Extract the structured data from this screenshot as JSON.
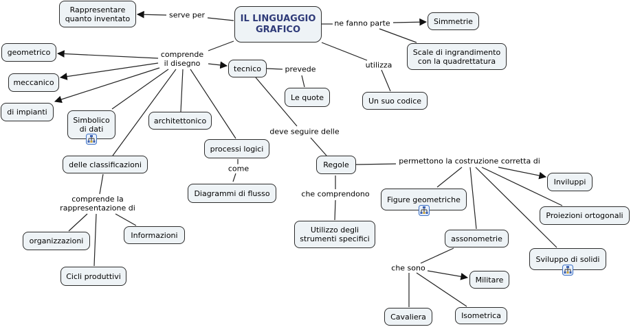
{
  "title": "IL LINGUAGGIO GRAFICO",
  "colors": {
    "root_text": "#2e3a78",
    "node_fill": "#eef3f6",
    "node_border": "#2b2b2b",
    "line": "#222222"
  },
  "concepts": {
    "root": "IL LINGUAGGIO\nGRAFICO",
    "rappresentare": "Rappresentare\nquanto inventato",
    "simmetrie": "Simmetrie",
    "scale": "Scale di ingrandimento\ncon la quadrettatura",
    "codice": "Un suo codice",
    "geometrico": "geometrico",
    "meccanico": "meccanico",
    "impianti": "di impianti",
    "simbolico": "Simbolico\ndi dati",
    "architettonico": "architettonico",
    "tecnico": "tecnico",
    "quote": "Le quote",
    "processi": "processi logici",
    "diagrammi": "Diagrammi di flusso",
    "classificazioni": "delle classificazioni",
    "organizzazioni": "organizzazioni",
    "informazioni": "Informazioni",
    "cicli": "Cicli produttivi",
    "regole": "Regole",
    "utilizzo": "Utilizzo degli\nstrumenti specifici",
    "figure": "Figure geometriche",
    "inviluppi": "Inviluppi",
    "proiezioni": "Proiezioni ortogonali",
    "assonometrie": "assonometrie",
    "sviluppo": "Sviluppo di solidi",
    "militare": "Militare",
    "cavaliera": "Cavaliera",
    "isometrica": "Isometrica"
  },
  "linking_phrases": {
    "serve_per": "serve per",
    "ne_fanno_parte": "ne fanno parte",
    "utilizza": "utilizza",
    "comprende_disegno": "comprende\nil disegno",
    "prevede": "prevede",
    "deve_seguire": "deve seguire delle",
    "come": "come",
    "comprende_rappr": "comprende la\nrappresentazione di",
    "che_comprendono": "che comprendono",
    "permettono": "permettono la costruzione corretta di",
    "che_sono": "che sono"
  },
  "icons": {
    "submap": "submap-icon"
  }
}
